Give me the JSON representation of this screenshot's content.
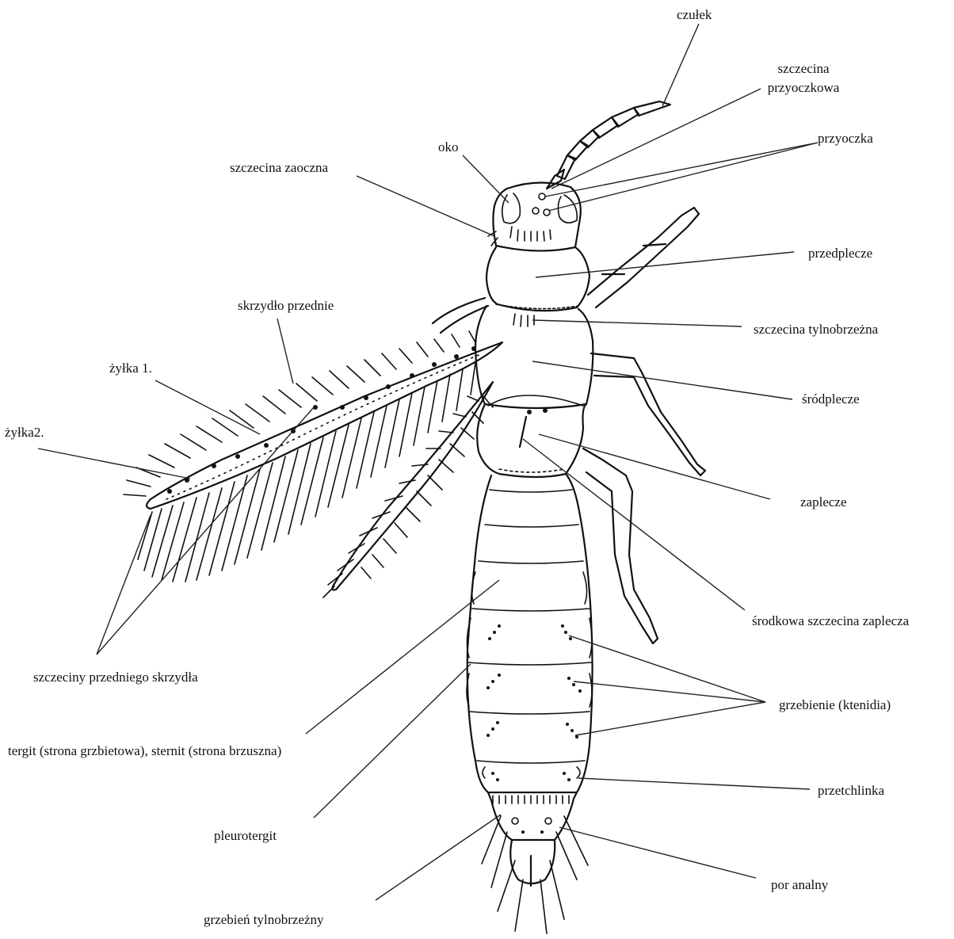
{
  "labels": {
    "czulek": "czułek",
    "szczecina_przyoczkowa_1": "szczecina",
    "szczecina_przyoczkowa_2": "przyoczkowa",
    "przyoczka": "przyoczka",
    "oko": "oko",
    "szczecina_zaoczna": "szczecina zaoczna",
    "przedplecze": "przedplecze",
    "skrzydlo_przednie": "skrzydło przednie",
    "szczecina_tylnobrzezna": "szczecina tylnobrzeżna",
    "zylka1": "żyłka 1.",
    "srodplecze": "śródplecze",
    "zylka2": "żyłka2.",
    "zaplecze": "zaplecze",
    "srodkowa_szczecina_zaplecza": "środkowa szczecina zaplecza",
    "szczeciny_przedniego_skrzydla": "szczeciny przedniego skrzydła",
    "grzebienie": "grzebienie (ktenidia)",
    "tergit_sternit": "tergit (strona grzbietowa), sternit (strona brzuszna)",
    "przetchlinka": "przetchlinka",
    "pleurotergit": "pleurotergit",
    "por_analny": "por analny",
    "grzebien_tylnobrzezny": "grzebień tylnobrzeżny"
  }
}
